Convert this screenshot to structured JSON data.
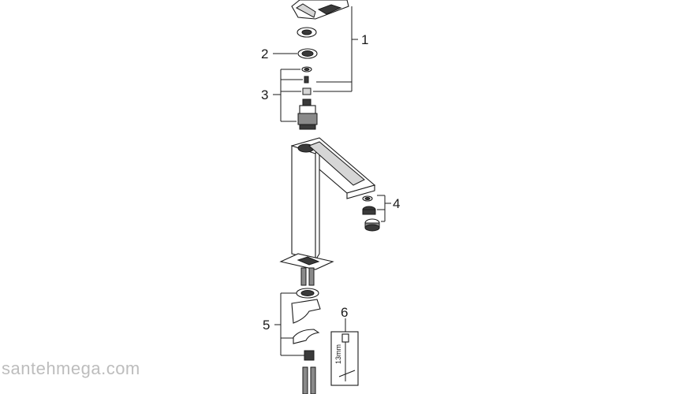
{
  "callouts": {
    "c1": "1",
    "c2": "2",
    "c3": "3",
    "c4": "4",
    "c5": "5",
    "c6": "6"
  },
  "tool_label": "13mm",
  "watermark": "santehmega.com",
  "colors": {
    "line": "#1a1a1a",
    "dark_part": "#3a3a3a",
    "mid_part": "#8a8a8a",
    "light_part": "#d6d6d6",
    "watermark": "#bdbdbd"
  }
}
